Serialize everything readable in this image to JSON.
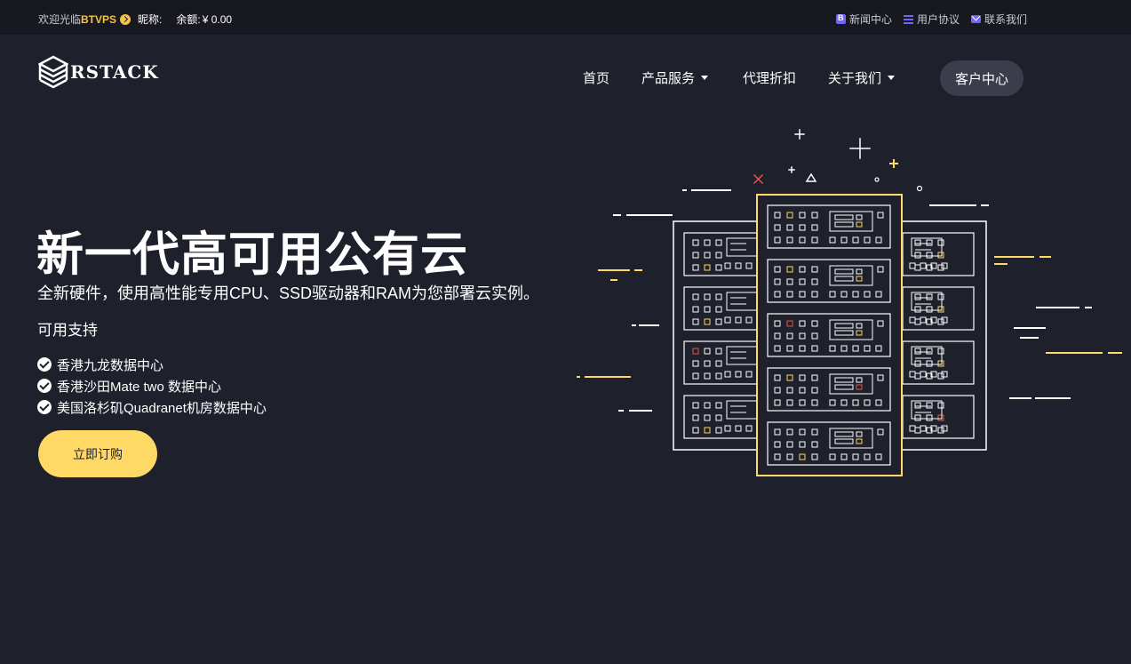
{
  "topbar": {
    "welcome": "欢迎光临",
    "brand": "BTVPS",
    "nickname_label": "昵称:",
    "balance_label": "余额:",
    "balance_value": "¥ 0.00",
    "links": [
      {
        "label": "新闻中心",
        "icon": "blog-icon"
      },
      {
        "label": "用户协议",
        "icon": "list-icon"
      },
      {
        "label": "联系我们",
        "icon": "mail-icon"
      }
    ],
    "accent_color": "#f6c344",
    "icon_color": "#6f66ff"
  },
  "logo": {
    "text": "RSTACK"
  },
  "nav": {
    "items": [
      {
        "label": "首页",
        "has_dropdown": false
      },
      {
        "label": "产品服务",
        "has_dropdown": true
      },
      {
        "label": "代理折扣",
        "has_dropdown": false
      },
      {
        "label": "关于我们",
        "has_dropdown": true
      }
    ],
    "client_center": "客户中心"
  },
  "hero": {
    "title": "新一代高可用公有云",
    "subtitle": "全新硬件，使用高性能专用CPU、SSD驱动器和RAM为您部署云实例。",
    "support_title": "可用支持",
    "datacenters": [
      "香港九龙数据中心",
      "香港沙田Mate two 数据中心",
      "美国洛杉矶Quadranet机房数据中心"
    ],
    "cta": "立即订购",
    "cta_color": "#fed966"
  },
  "colors": {
    "background": "#1e202b",
    "topbar_bg": "#171820",
    "illustration_line": "#ffffff",
    "illustration_accent": "#fed966",
    "illustration_alert": "#e2584f"
  }
}
